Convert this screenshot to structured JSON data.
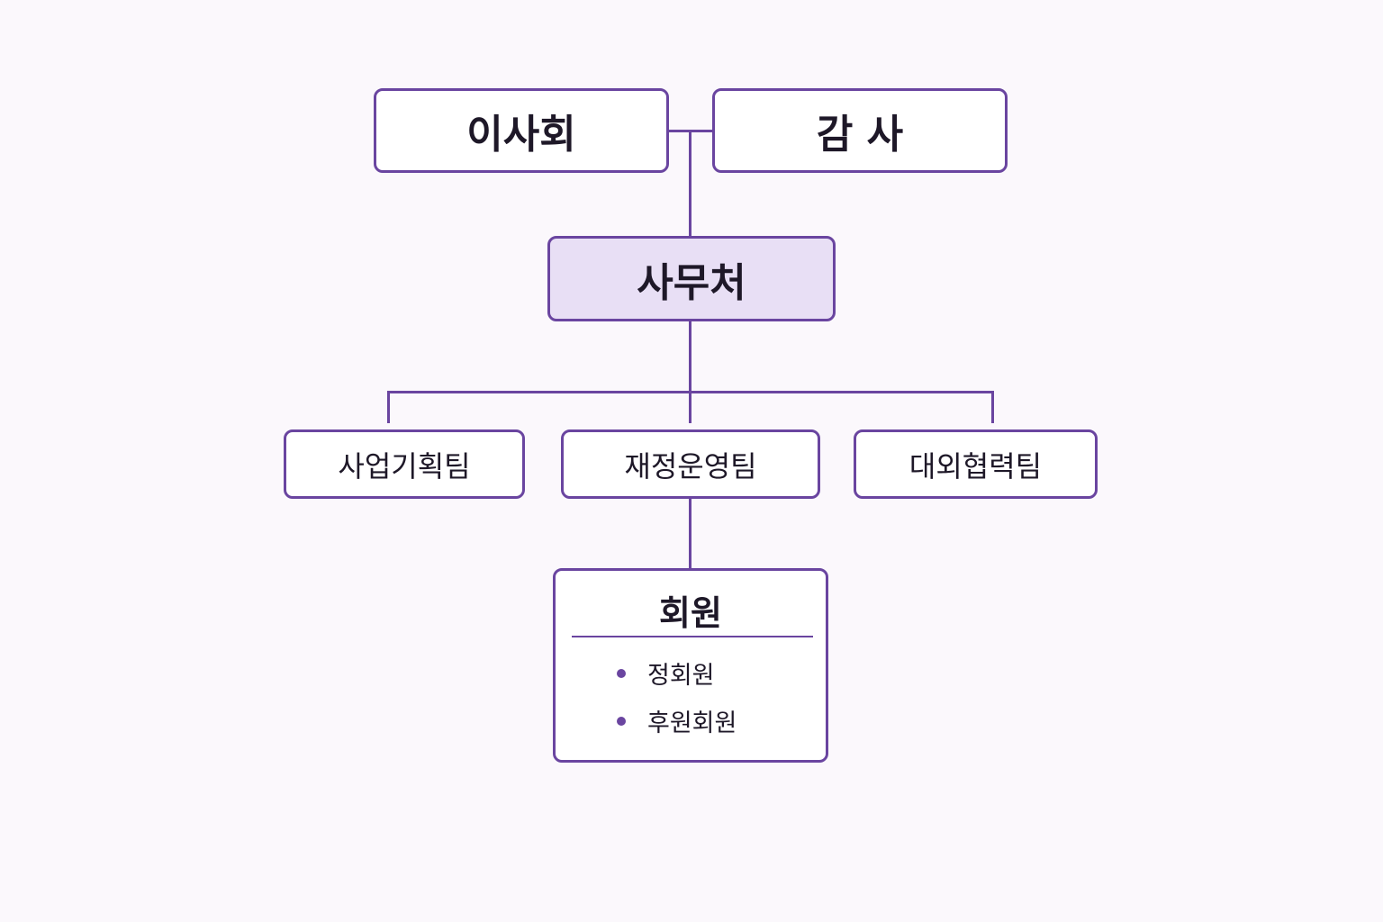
{
  "top": {
    "board": "이사회",
    "auditor": "감 사"
  },
  "center": {
    "secretariat": "사무처"
  },
  "teams": [
    "사업기획팀",
    "재정운영팀",
    "대외협력팀"
  ],
  "members": {
    "title": "회원",
    "items": [
      "정회원",
      "후원회원"
    ]
  },
  "colors": {
    "line": "#6a45a0",
    "highlight_fill": "#e8dff5"
  }
}
